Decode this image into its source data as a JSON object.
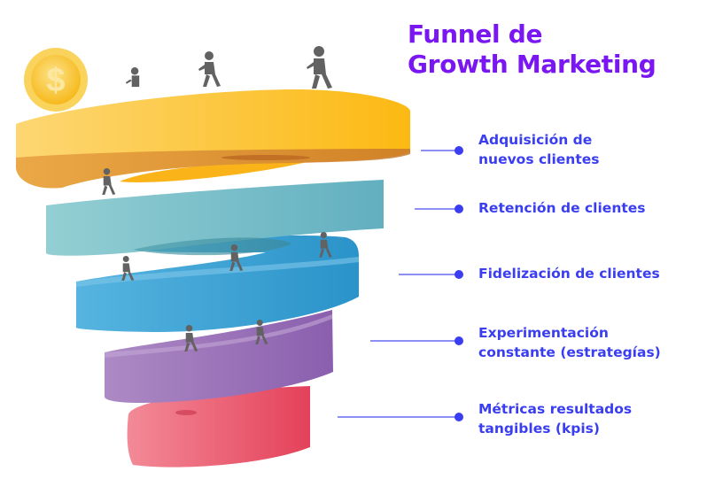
{
  "title": {
    "line1": "Funnel de",
    "line2": "Growth Marketing",
    "color": "#7a16f2"
  },
  "label_color": "#3a3ef0",
  "stages": [
    {
      "line1": "Adquisición de",
      "line2": "nuevos clientes",
      "color": "#fbbf24"
    },
    {
      "line1": "Retención de clientes",
      "line2": "",
      "color": "#7ec3cc"
    },
    {
      "line1": "Fidelización de clientes",
      "line2": "",
      "color": "#3ea6d8"
    },
    {
      "line1": "Experimentación",
      "line2": "constante (estrategías)",
      "color": "#9b72b8"
    },
    {
      "line1": "Métricas resultados",
      "line2": "tangibles (kpis)",
      "color": "#ec5b6e"
    }
  ],
  "icons": {
    "coin": "dollar-coin-icon",
    "person": "walking-person-icon"
  }
}
